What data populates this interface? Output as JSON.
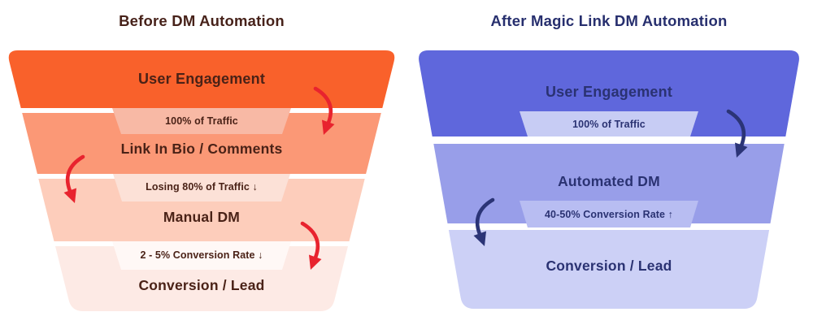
{
  "page": {
    "background": "#ffffff"
  },
  "panels": {
    "before": {
      "title": "Before DM Automation",
      "title_color": "#47221a",
      "text_color": "#4a2217",
      "arrow_color": "#e8232e",
      "segments": [
        {
          "label": "User Engagement",
          "color": "#f9612b"
        },
        {
          "label": "Link In Bio / Comments",
          "color": "#fb9876"
        },
        {
          "label": "Manual DM",
          "color": "#fdcdbb"
        },
        {
          "label": "Conversion / Lead",
          "color": "#fdeae5"
        }
      ],
      "tabs": [
        {
          "label": "100% of Traffic",
          "color": "#f8b9a5"
        },
        {
          "label": "Losing 80% of Traffic ↓",
          "color": "#fce1d7"
        },
        {
          "label": "2 - 5% Conversion Rate ↓",
          "color": "#fff8f6"
        }
      ]
    },
    "after": {
      "title": "After Magic Link DM Automation",
      "title_color": "#272f6e",
      "text_color": "#2a3272",
      "arrow_color": "#2b3476",
      "segments": [
        {
          "label": "User Engagement",
          "color": "#5f67dc"
        },
        {
          "label": "Automated DM",
          "color": "#989ee9"
        },
        {
          "label": "Conversion / Lead",
          "color": "#ccd0f6"
        }
      ],
      "tabs": [
        {
          "label": "100% of Traffic",
          "color": "#c7ccf4"
        },
        {
          "label": "40-50% Conversion Rate ↑",
          "color": "#b8bdf2"
        }
      ]
    }
  }
}
